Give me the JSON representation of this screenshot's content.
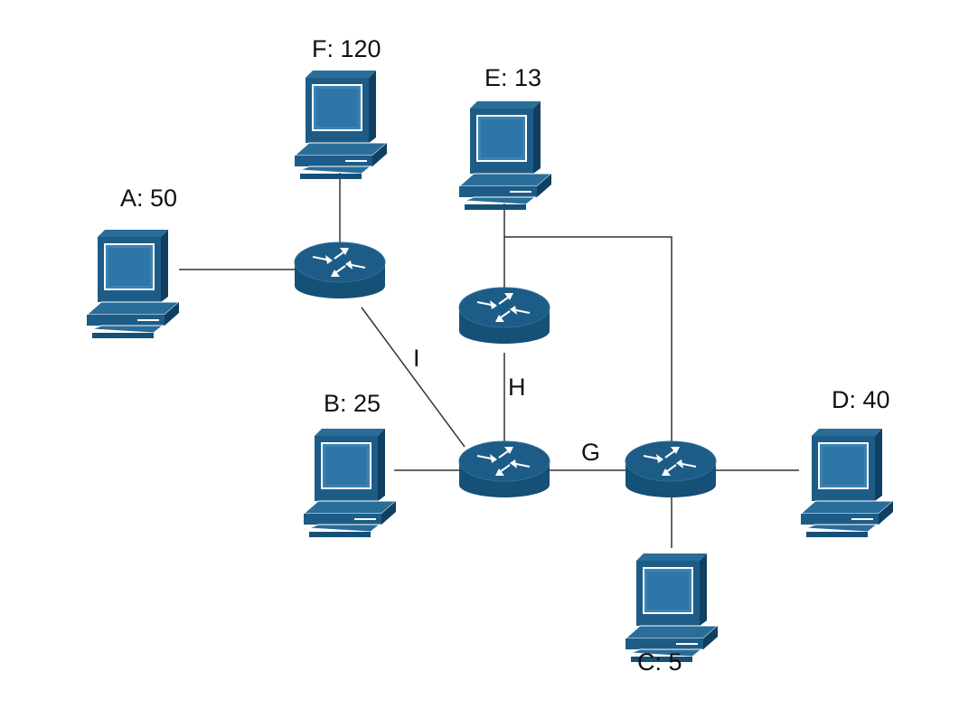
{
  "hosts": {
    "A": {
      "label": "A: 50"
    },
    "B": {
      "label": "B: 25"
    },
    "C": {
      "label": "C: 5"
    },
    "D": {
      "label": "D: 40"
    },
    "E": {
      "label": "E: 13"
    },
    "F": {
      "label": "F: 120"
    }
  },
  "links": {
    "G": "G",
    "H": "H",
    "I": "I"
  },
  "colors": {
    "device_top": "#1d5c87",
    "device_front": "#155077",
    "device_side": "#0f3f61",
    "screen": "#3c82b3",
    "line": "#333333"
  },
  "icons": {
    "host": "desktop-computer-icon",
    "router": "router-icon"
  }
}
